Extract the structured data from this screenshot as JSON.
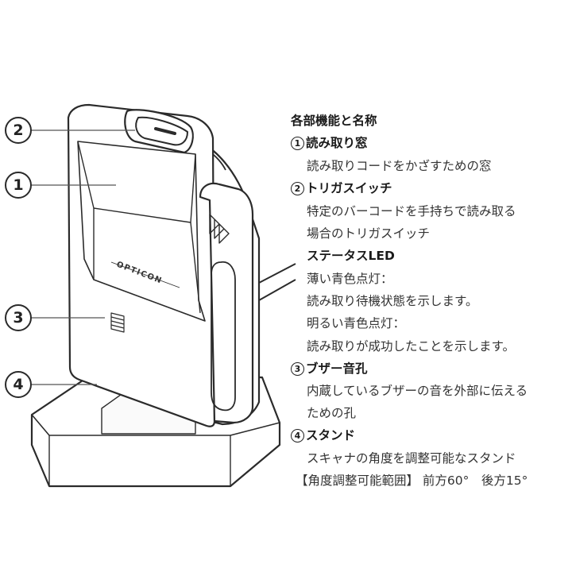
{
  "callouts": [
    {
      "num": "2"
    },
    {
      "num": "1"
    },
    {
      "num": "3"
    },
    {
      "num": "4"
    }
  ],
  "device": {
    "brand": "OPTICON"
  },
  "description": {
    "title": "各部機能と名称",
    "items": [
      {
        "num": "1",
        "heading": "読み取り窓",
        "lines": [
          "読み取りコードをかざすための窓"
        ]
      },
      {
        "num": "2",
        "heading": "トリガスイッチ",
        "lines": [
          "特定のバーコードを手持ちで読み取る",
          "場合のトリガスイッチ"
        ]
      },
      {
        "num": "",
        "heading": "ステータスLED",
        "lines": [
          "薄い青色点灯：",
          "読み取り待機状態を示します。",
          "明るい青色点灯：",
          "読み取りが成功したことを示します。"
        ]
      },
      {
        "num": "3",
        "heading": "ブザー音孔",
        "lines": [
          "内蔵しているブザーの音を外部に伝える",
          "ための孔"
        ]
      },
      {
        "num": "4",
        "heading": "スタンド",
        "lines": [
          "スキャナの角度を調整可能なスタンド",
          "【角度調整可能範囲】 前方60°　後方15°"
        ]
      }
    ]
  }
}
